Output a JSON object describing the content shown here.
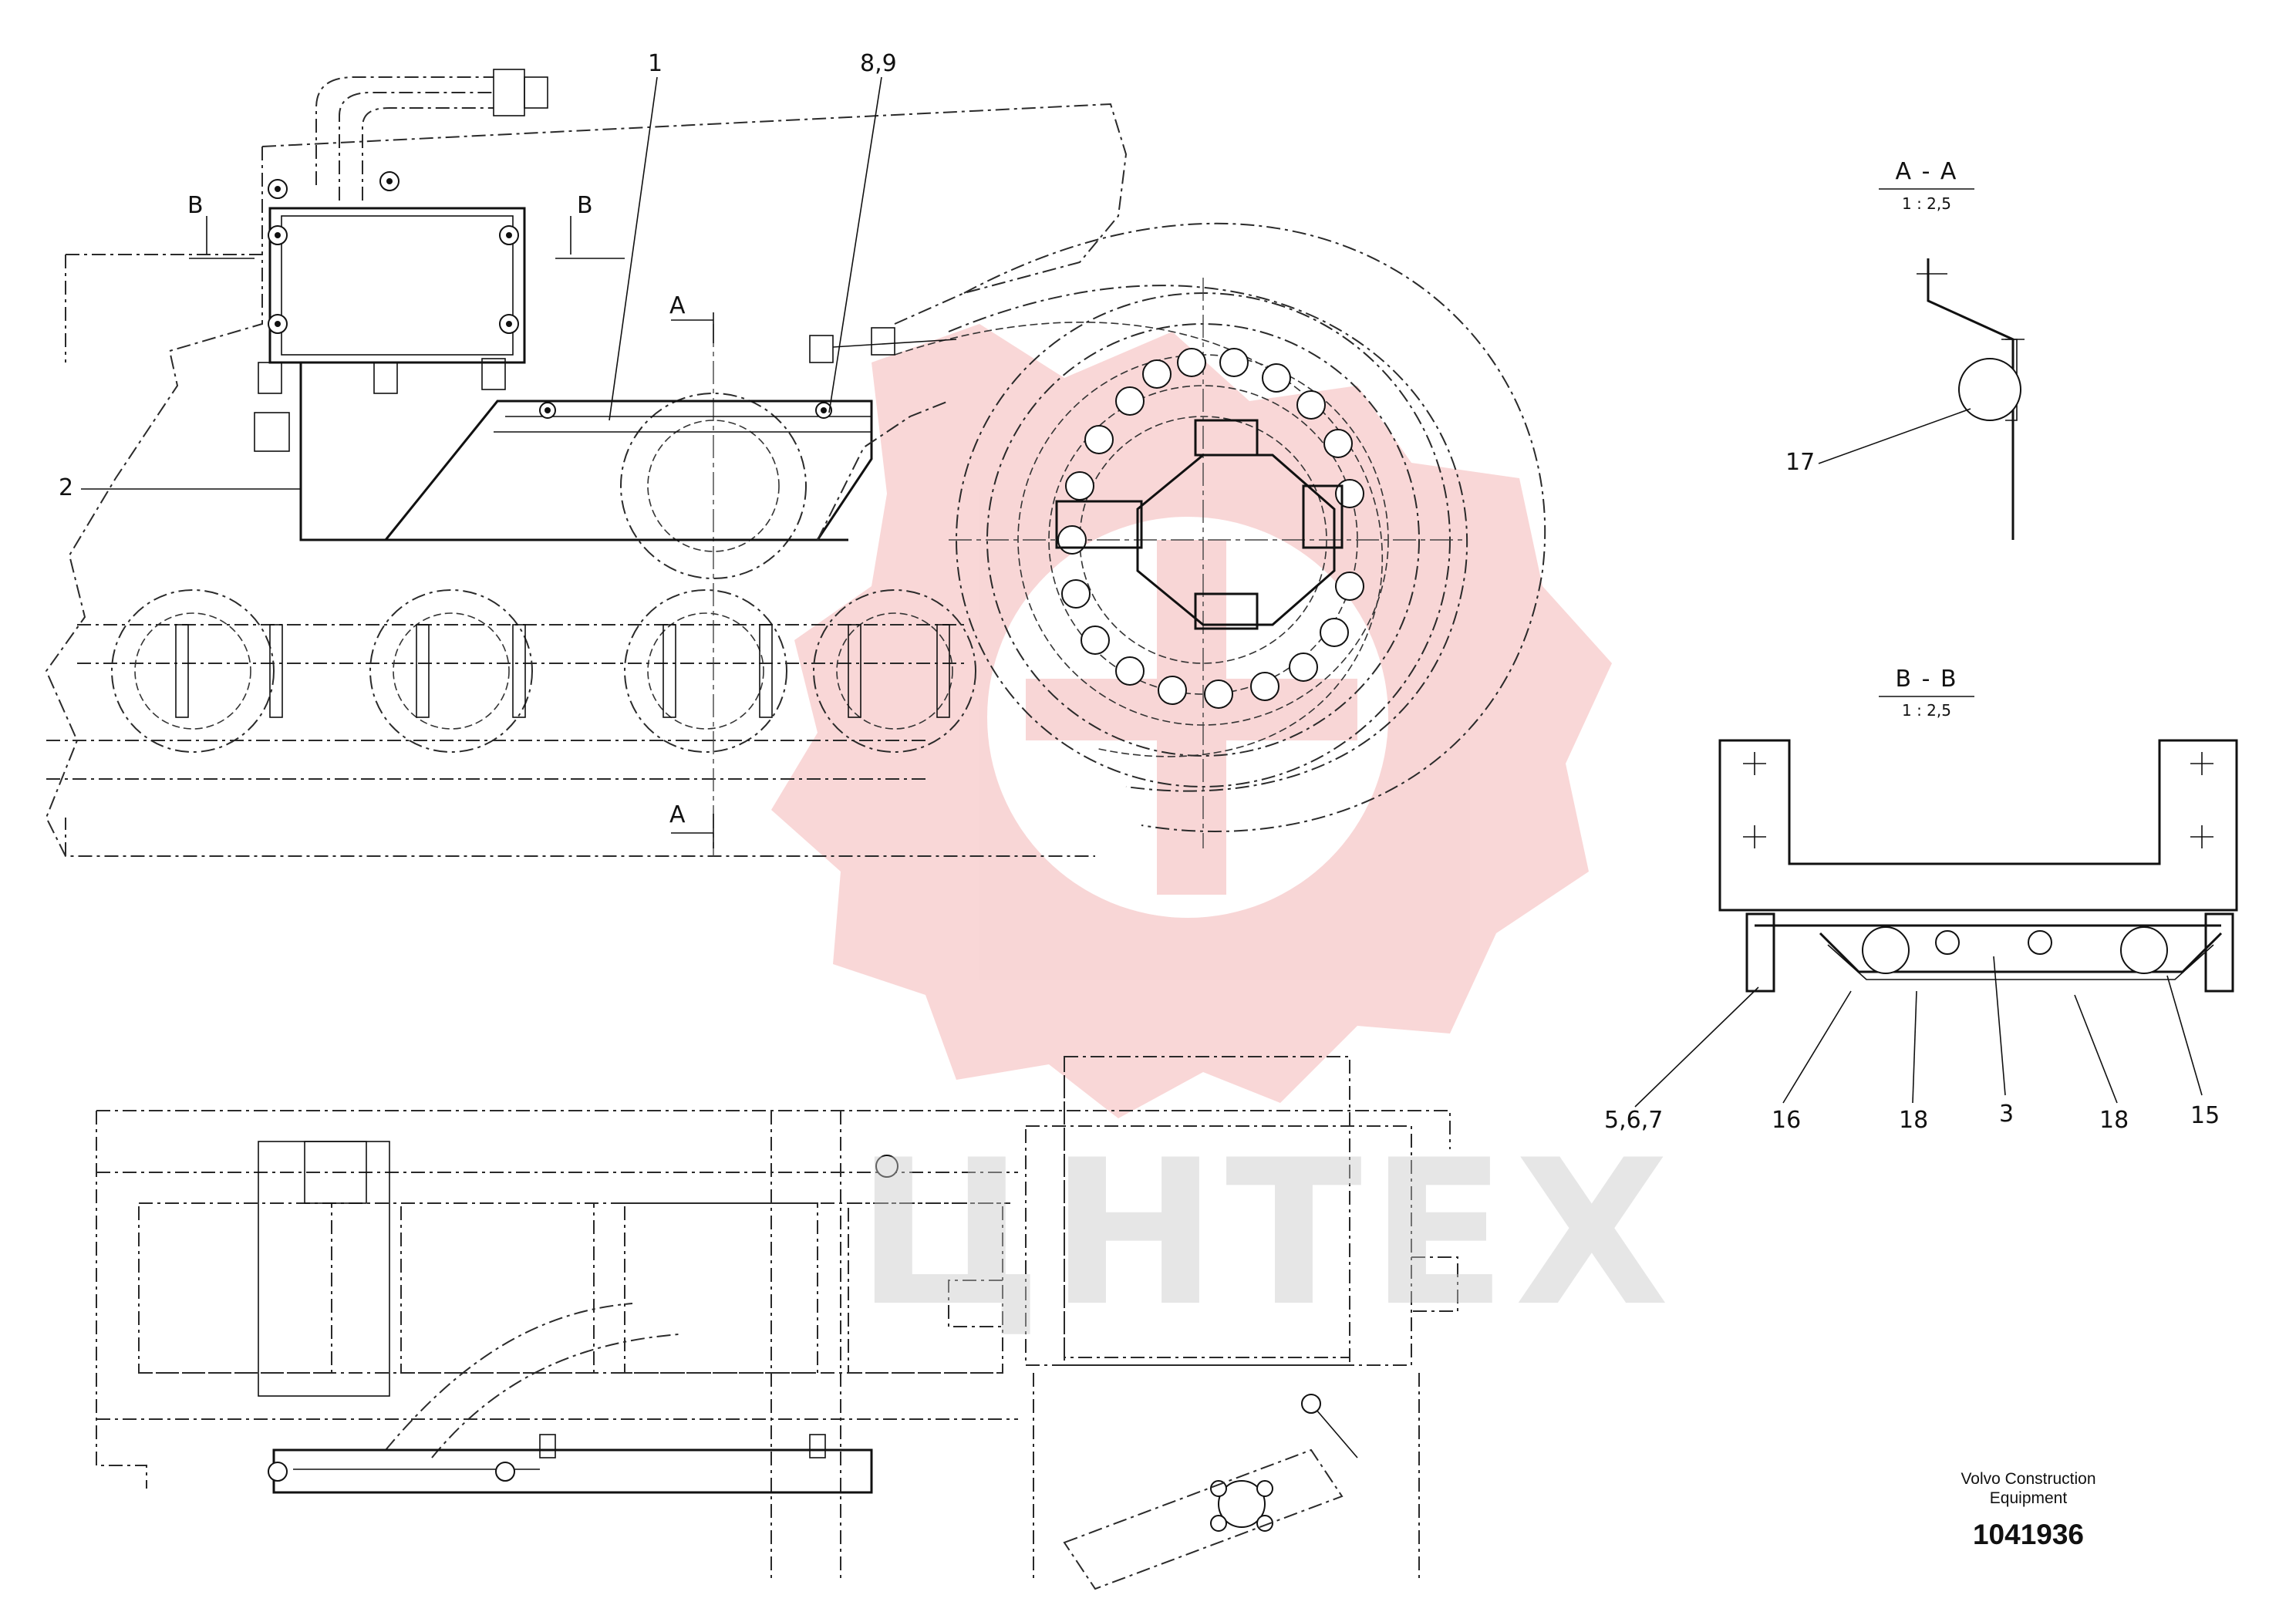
{
  "views": {
    "main_callouts": [
      {
        "id": "1",
        "label": "1"
      },
      {
        "id": "2",
        "label": "2"
      },
      {
        "id": "8-9",
        "label": "8,9"
      }
    ],
    "section_marks": {
      "a_top": "A",
      "a_bottom": "A",
      "b_left": "B",
      "b_right": "B"
    }
  },
  "section_aa": {
    "title": "A - A",
    "scale": "1 : 2,5",
    "callout": "17"
  },
  "section_bb": {
    "title": "B - B",
    "scale": "1 : 2,5",
    "callouts": [
      "5,6,7",
      "16",
      "18",
      "3",
      "18",
      "15"
    ]
  },
  "title_block": {
    "company_line1": "Volvo Construction",
    "company_line2": "Equipment",
    "drawing_number": "1041936"
  },
  "watermark": {
    "text": "ЦНТЕХ",
    "color": "#f4b6b6"
  }
}
